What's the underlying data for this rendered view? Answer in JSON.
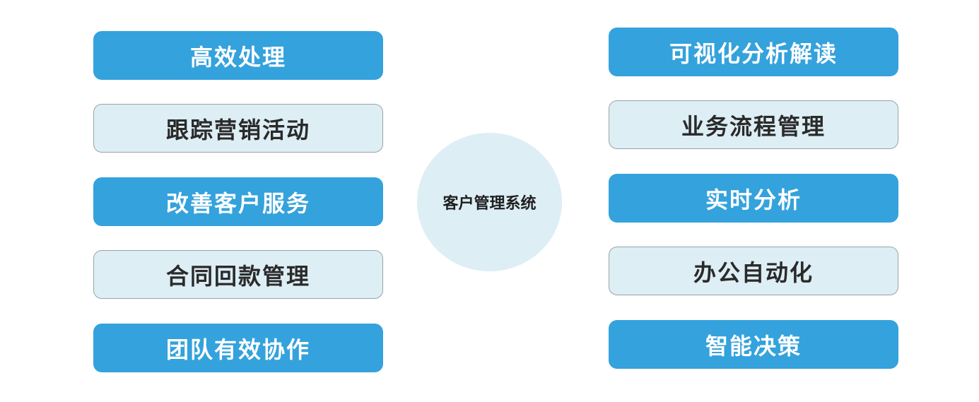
{
  "center": {
    "label": "客户管理系统"
  },
  "left": [
    {
      "label": "高效处理",
      "style": "solid"
    },
    {
      "label": "跟踪营销活动",
      "style": "light"
    },
    {
      "label": "改善客户服务",
      "style": "solid"
    },
    {
      "label": "合同回款管理",
      "style": "light"
    },
    {
      "label": "团队有效协作",
      "style": "solid"
    }
  ],
  "right": [
    {
      "label": "可视化分析解读",
      "style": "solid"
    },
    {
      "label": "业务流程管理",
      "style": "light"
    },
    {
      "label": "实时分析",
      "style": "solid"
    },
    {
      "label": "办公自动化",
      "style": "light"
    },
    {
      "label": "智能决策",
      "style": "solid"
    }
  ],
  "colors": {
    "solid": "#34a2dc",
    "light": "#ddeef5",
    "light_border": "#9aa3a8",
    "hub": "#ddeef5"
  }
}
